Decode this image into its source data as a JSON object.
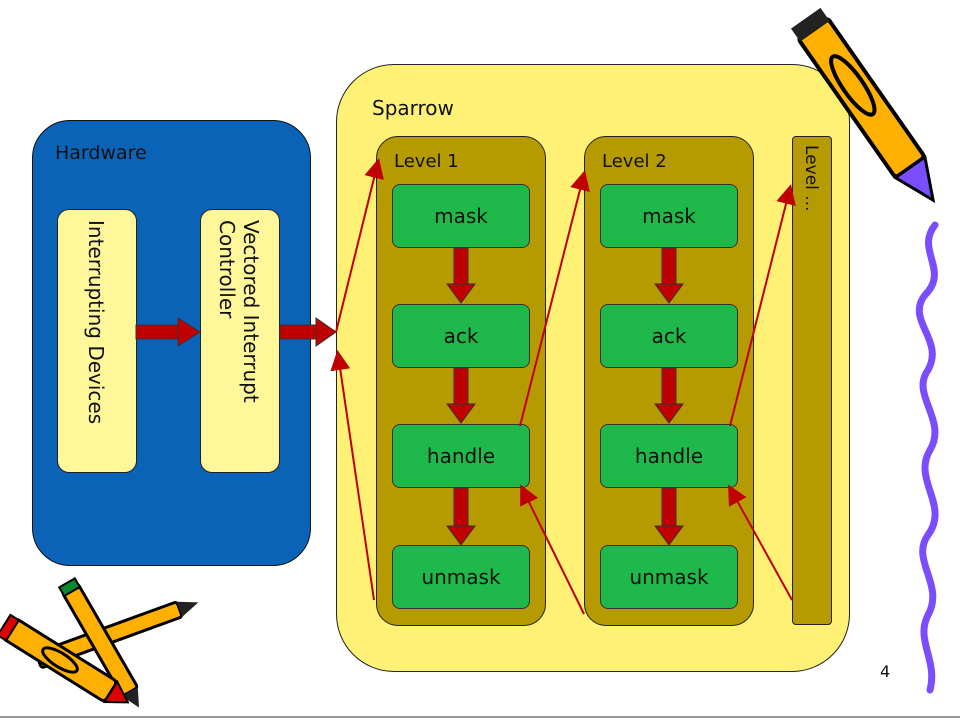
{
  "hardware": {
    "title": "Hardware",
    "devices_label": "Interrupting Devices",
    "controller_label": "Vectored Interrupt Controller"
  },
  "sparrow": {
    "title": "Sparrow",
    "levels": [
      {
        "title": "Level 1",
        "steps": [
          "mask",
          "ack",
          "handle",
          "unmask"
        ]
      },
      {
        "title": "Level 2",
        "steps": [
          "mask",
          "ack",
          "handle",
          "unmask"
        ]
      }
    ],
    "more_levels_label": "Level ..."
  },
  "page_number": "4",
  "colors": {
    "hardware_bg": "#0b63b8",
    "sparrow_bg": "#fff175",
    "level_bg": "#b59a00",
    "step_bg": "#1fb84a",
    "arrow": "#c00000",
    "box_bg": "#fff79a"
  }
}
